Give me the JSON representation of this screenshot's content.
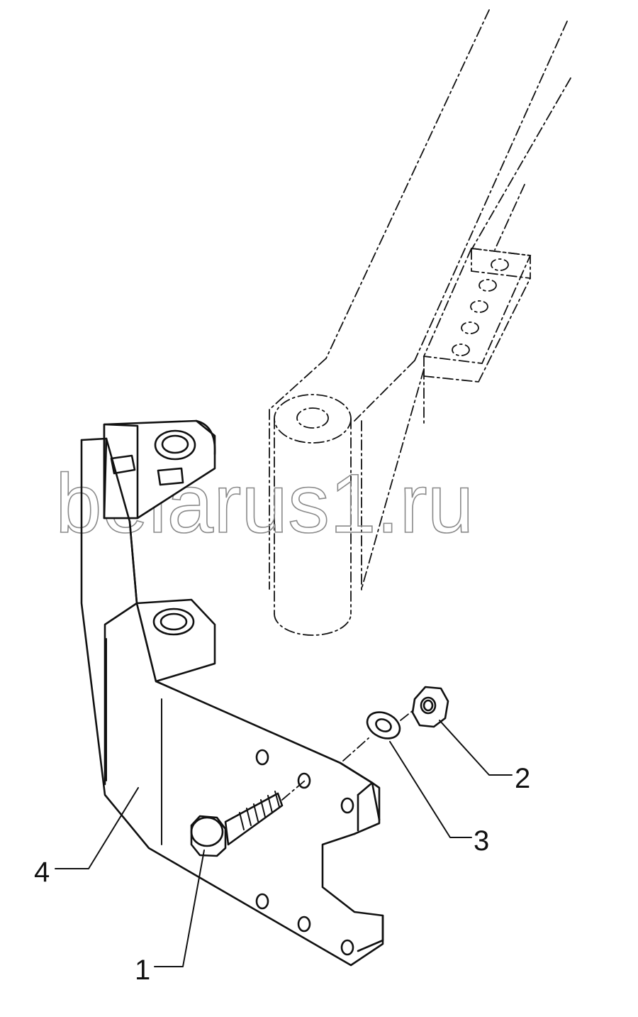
{
  "watermark": "belarus1.ru",
  "callouts": [
    {
      "id": "1",
      "label": "1"
    },
    {
      "id": "2",
      "label": "2"
    },
    {
      "id": "3",
      "label": "3"
    },
    {
      "id": "4",
      "label": "4"
    }
  ],
  "parts": {
    "bolt": "bolt",
    "nut": "hex-nut",
    "washer": "spring-washer",
    "bracket": "bracket",
    "frame": "frame-beam (phantom)"
  }
}
